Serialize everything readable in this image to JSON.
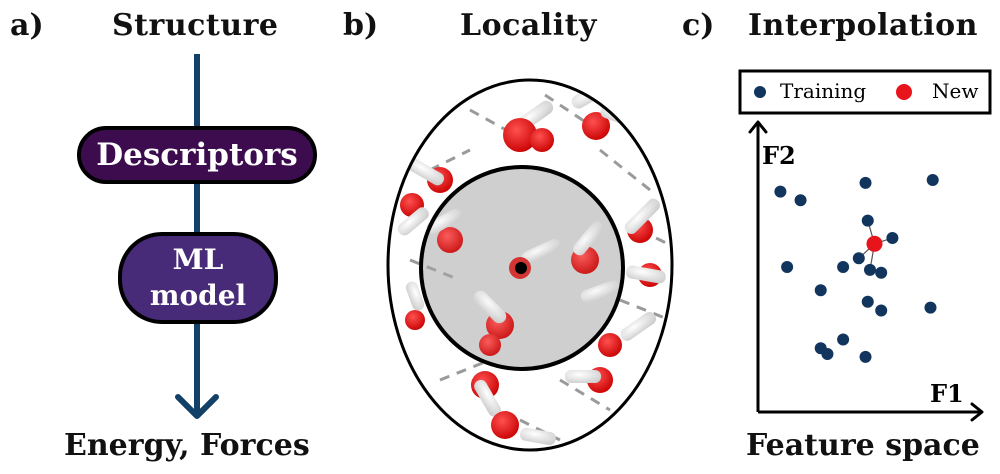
{
  "panel_a": {
    "letter": "a)",
    "title": "Structure",
    "descriptors_label": "Descriptors",
    "ml_label": "ML model",
    "output_label": "Energy, Forces",
    "arrow_color": "#134067",
    "descriptors_fill": "#3c0c4e",
    "ml_fill": "#472a78"
  },
  "panel_b": {
    "letter": "b)",
    "title": "Locality"
  },
  "panel_c": {
    "letter": "c)",
    "title": "Interpolation",
    "legend_training": "Training",
    "legend_new": "New",
    "axis_x": "F1",
    "axis_y": "F2",
    "caption": "Feature space",
    "training_color": "#12355e",
    "new_color": "#e8141c"
  },
  "chart_data": {
    "type": "scatter",
    "series": [
      {
        "name": "Training",
        "points": [
          [
            1,
            7.6
          ],
          [
            1.9,
            7.3
          ],
          [
            4.8,
            7.9
          ],
          [
            7.8,
            8
          ],
          [
            4.9,
            6.6
          ],
          [
            6,
            6
          ],
          [
            1.3,
            5
          ],
          [
            3.8,
            5
          ],
          [
            4.5,
            5.3
          ],
          [
            5,
            4.9
          ],
          [
            5.5,
            4.8
          ],
          [
            2.8,
            4.2
          ],
          [
            4.9,
            3.8
          ],
          [
            5.5,
            3.5
          ],
          [
            7.7,
            3.6
          ],
          [
            3.8,
            2.5
          ],
          [
            2.8,
            2.2
          ],
          [
            3.1,
            2
          ],
          [
            4.8,
            1.9
          ]
        ]
      },
      {
        "name": "New",
        "points": [
          [
            5.2,
            5.8
          ]
        ]
      }
    ],
    "xlabel": "F1",
    "ylabel": "F2",
    "xlim": [
      0,
      10
    ],
    "ylim": [
      0,
      10
    ],
    "grid": false,
    "legend": "top"
  }
}
